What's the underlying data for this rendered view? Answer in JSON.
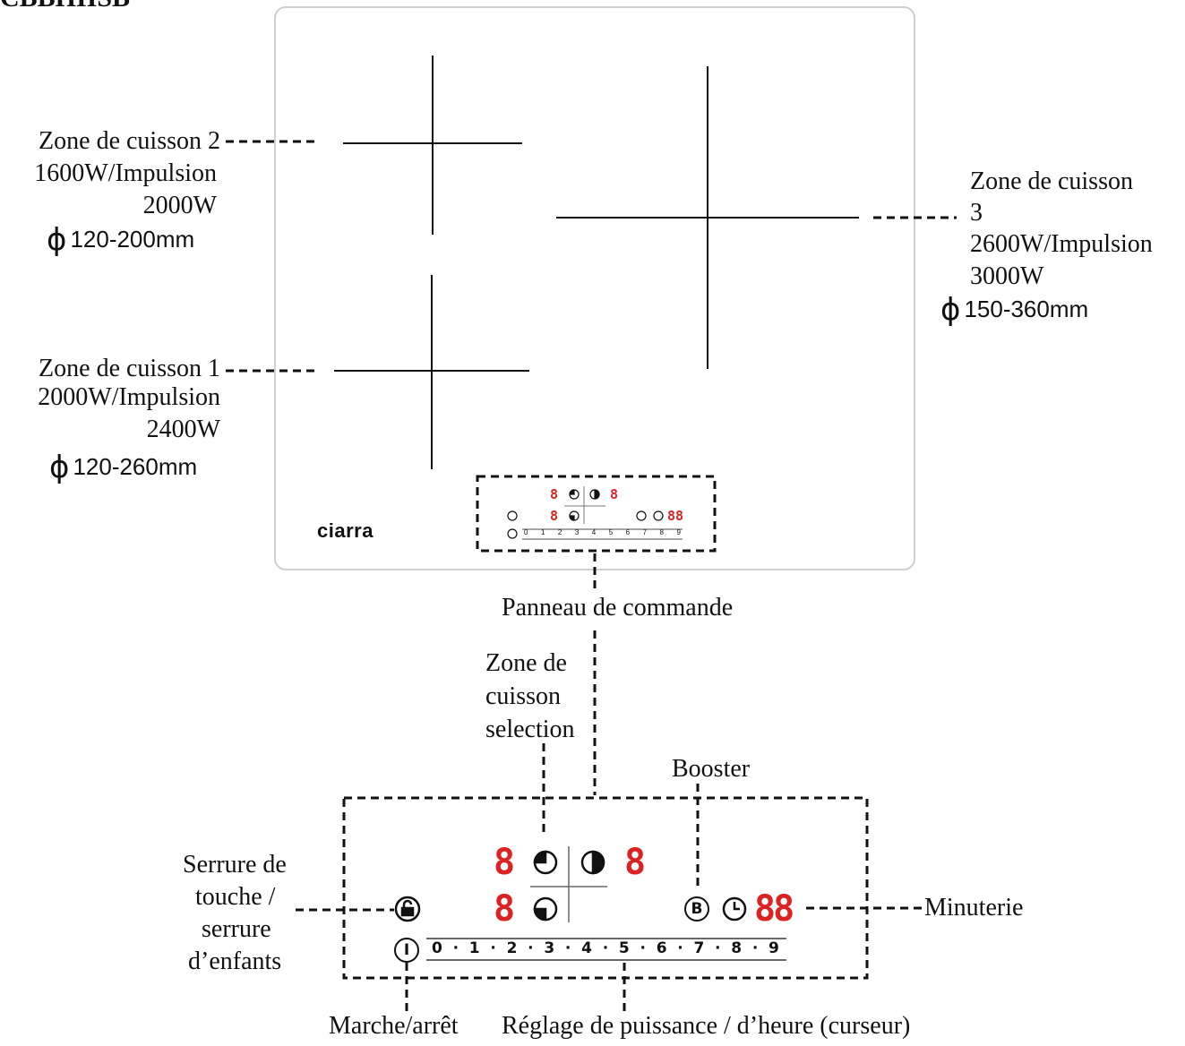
{
  "header_fragment": "CBBHIISB",
  "brand": "ciarra",
  "zones": {
    "zone2": {
      "label": "Zone de cuisson 2",
      "power_l1": "1600W/Impulsion",
      "power_l2": "2000W",
      "diameter": "120-200mm"
    },
    "zone1": {
      "label": "Zone de cuisson 1",
      "power_l1": "2000W/Impulsion",
      "power_l2": "2400W",
      "diameter": "120-260mm"
    },
    "zone3": {
      "label_l1": "Zone de cuisson",
      "label_l2": "3",
      "power_l1": "2600W/Impulsion",
      "power_l2": "3000W",
      "diameter": "150-360mm"
    }
  },
  "diameter_symbol": "ϕ",
  "callouts": {
    "control_panel": "Panneau de commande",
    "zone_selection_l1": "Zone de",
    "zone_selection_l2": "cuisson",
    "zone_selection_l3": "selection",
    "booster": "Booster",
    "lock_l1": "Serrure de",
    "lock_l2": "touche /",
    "lock_l3": "serrure",
    "lock_l4": "d’enfants",
    "timer": "Minuterie",
    "on_off": "Marche/arrêt",
    "slider": "Réglage de puissance / d’heure (curseur)"
  },
  "panel": {
    "digit": "8",
    "timer_digits": "88",
    "booster_symbol": "B",
    "power_symbol": "I",
    "slider_levels": [
      "0",
      "1",
      "2",
      "3",
      "4",
      "5",
      "6",
      "7",
      "8",
      "9"
    ],
    "slider_separator": "·"
  },
  "colors": {
    "display_red": "#d22",
    "ink": "#111",
    "cooktop_border": "#cfcfcf"
  }
}
